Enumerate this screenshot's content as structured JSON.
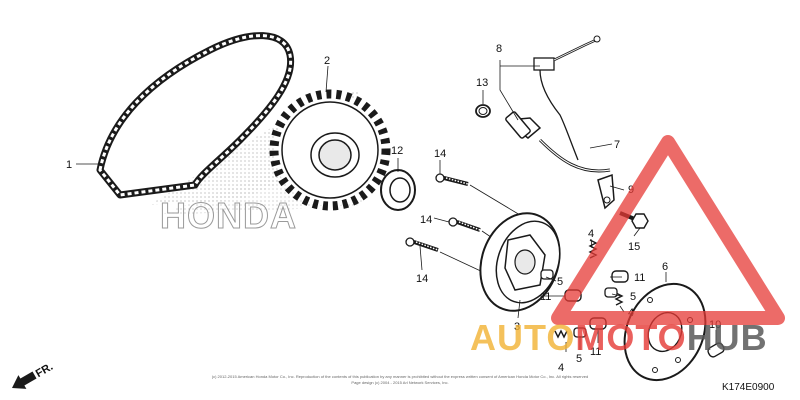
{
  "diagram": {
    "code": "K174E0900",
    "front_label": "FR.",
    "copyright_line1": "(c) 2012-2015 American Honda Motor Co., Inc. Reproduction of the contents of this publication by any manner is prohibited without the express written consent of American Honda Motor Co., Inc. All rights reserved",
    "copyright_line2": "Page design (c) 2004 - 2015 Arl Network Services, Inc.",
    "watermark_brand": "HONDA",
    "watermark_site": {
      "part1": "AUTO",
      "part2": "MOTO",
      "part3": "HUB"
    },
    "colors": {
      "watermark_orange": "#f2b233",
      "watermark_red": "#e53935",
      "watermark_gray": "#5a5a5a",
      "line": "#1a1a1a"
    },
    "callouts": {
      "c1": "1",
      "c2": "2",
      "c3": "3",
      "c4a": "4",
      "c4b": "4",
      "c4c": "4",
      "c5a": "5",
      "c5b": "5",
      "c5c": "5",
      "c6": "6",
      "c7": "7",
      "c8": "8",
      "c9": "9",
      "c10": "10",
      "c11a": "11",
      "c11b": "11",
      "c11c": "11",
      "c12": "12",
      "c13": "13",
      "c14a": "14",
      "c14b": "14",
      "c14c": "14",
      "c15": "15"
    }
  }
}
